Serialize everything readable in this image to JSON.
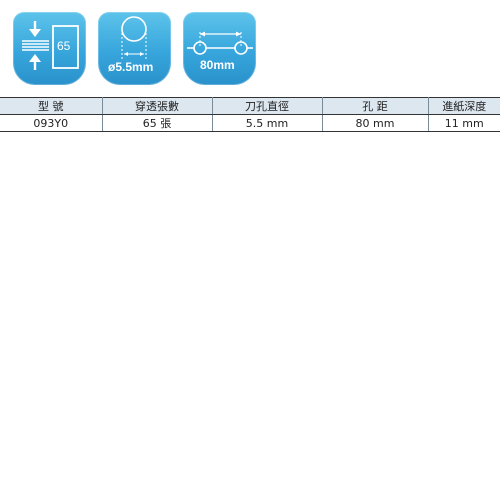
{
  "icons": [
    {
      "name": "sheets-capacity-icon",
      "value": "65"
    },
    {
      "name": "hole-diameter-icon",
      "value": "ø5.5mm"
    },
    {
      "name": "hole-distance-icon",
      "value": "80mm"
    }
  ],
  "table": {
    "headers": [
      "型 號",
      "穿透張數",
      "刀孔直徑",
      "孔 距",
      "進紙深度"
    ],
    "rows": [
      [
        "093Y0",
        "65 張",
        "5.5 mm",
        "80 mm",
        "11 mm"
      ]
    ]
  },
  "colors": {
    "badge": "#37a6dc",
    "header_bg": "#dce7f0"
  }
}
